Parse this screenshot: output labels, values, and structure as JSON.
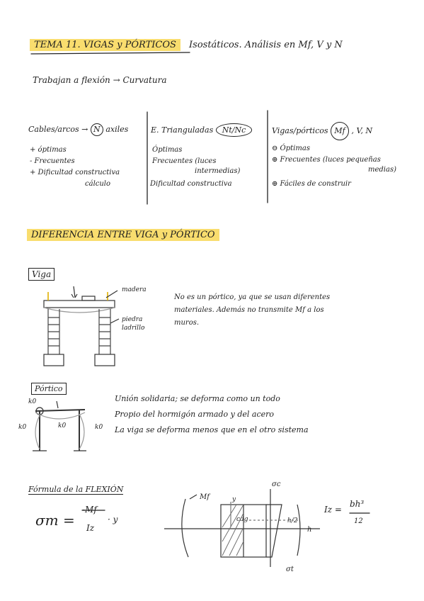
{
  "header": {
    "title_highlight": "TEMA 11. VIGAS y PÓRTICOS",
    "title_rest": "Isostáticos. Análisis en Mf, V y N"
  },
  "intro": {
    "text": "Trabajan a flexión → Curvatura"
  },
  "columns": {
    "c1": {
      "head": "Cables/arcos →",
      "n_circle": "N",
      "head_tail": "axiles",
      "lines": [
        "+ óptimas",
        "- Frecuentes",
        "+ Dificultad constructiva"
      ],
      "extra": "cálculo"
    },
    "c2": {
      "head": "E. Trianguladas",
      "ellipse": "Nt/Nc",
      "lines": [
        "Óptimas",
        "Frecuentes (luces",
        "intermedias)",
        "Dificultad constructiva"
      ]
    },
    "c3": {
      "head": "Vigas/pórticos",
      "circle": "Mf",
      "head_tail": ", V, N",
      "lines": [
        "⊖ Óptimas",
        "⊕ Frecuentes (luces pequeñas",
        "medias)",
        "⊕ Fáciles de construir"
      ]
    }
  },
  "section2": {
    "title": "DIFERENCIA ENTRE VIGA y PÓRTICO",
    "viga": {
      "label": "Viga",
      "label_madera": "madera",
      "label_piedra": "piedra",
      "label_ladrillo": "ladrillo",
      "desc": [
        "No es un pórtico, ya que se usan diferentes",
        "materiales. Además no transmite Mf a los",
        "muros."
      ]
    },
    "portico": {
      "label": "Pórtico",
      "moments": [
        "k0",
        "k0",
        "k0",
        "k0"
      ],
      "desc": [
        "Unión solidaria; se deforma como un todo",
        "Propio del hormigón armado y del acero",
        "La viga se deforma menos que en el otro sistema"
      ]
    }
  },
  "section3": {
    "title": "Fórmula de la FLEXIÓN",
    "formula_lhs": "σm =",
    "formula_num": "-Mf",
    "formula_den": "Iz",
    "formula_tail": "· y",
    "diagram": {
      "moment": "Mf",
      "y": "y",
      "cdg": "cdg",
      "h": "h",
      "sigma_top": "σc",
      "sigma_bot": "σt",
      "small": "h/2"
    },
    "inertia": {
      "lhs": "Iz =",
      "num": "bh³",
      "den": "12"
    }
  }
}
